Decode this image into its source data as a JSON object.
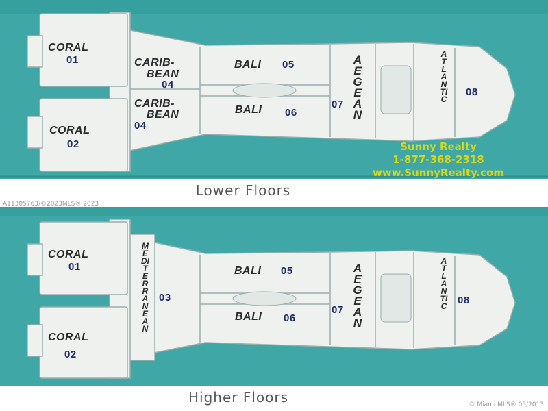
{
  "lower": {
    "caption": "Lower Floors",
    "units": {
      "coral_01_name": "CORAL",
      "coral_01_num": "01",
      "coral_02_name": "CORAL",
      "coral_02_num": "02",
      "carib_04a_l1": "CARIB-",
      "carib_04a_l2": "BEAN",
      "carib_04a_num": "04",
      "carib_04b_l1": "CARIB-",
      "carib_04b_l2": "BEAN",
      "carib_04b_num": "04",
      "bali_05_name": "BALI",
      "bali_05_num": "05",
      "bali_06_name": "BALI",
      "bali_06_num": "06",
      "aegean_name": "AEGEAN",
      "aegean_num": "07",
      "atlantic_name": "ATLANTIC",
      "atlantic_num": "08"
    },
    "realty": {
      "name": "Sunny Realty",
      "phone": "1-877-368-2318",
      "website": "www.SunnyRealty.com"
    }
  },
  "higher": {
    "caption": "Higher Floors",
    "units": {
      "coral_01_name": "CORAL",
      "coral_01_num": "01",
      "coral_02_name": "CORAL",
      "coral_02_num": "02",
      "mediterranean_name": "MEDITERRANEAN",
      "mediterranean_num": "03",
      "bali_05_name": "BALI",
      "bali_05_num": "05",
      "bali_06_name": "BALI",
      "bali_06_num": "06",
      "aegean_name": "AEGEAN",
      "aegean_num": "07",
      "atlantic_name": "ATLANTIC",
      "atlantic_num": "08"
    }
  },
  "watermarks": {
    "top": "A11305763/©2023MLS® 2023",
    "bottom": "© Miami MLS® 05/2013"
  },
  "colors": {
    "water": "#3fa7a5",
    "water_dark": "#2f8f8d",
    "building": "#eef1ee",
    "outline": "#9aaeae",
    "realty_text": "#d8d81a"
  }
}
